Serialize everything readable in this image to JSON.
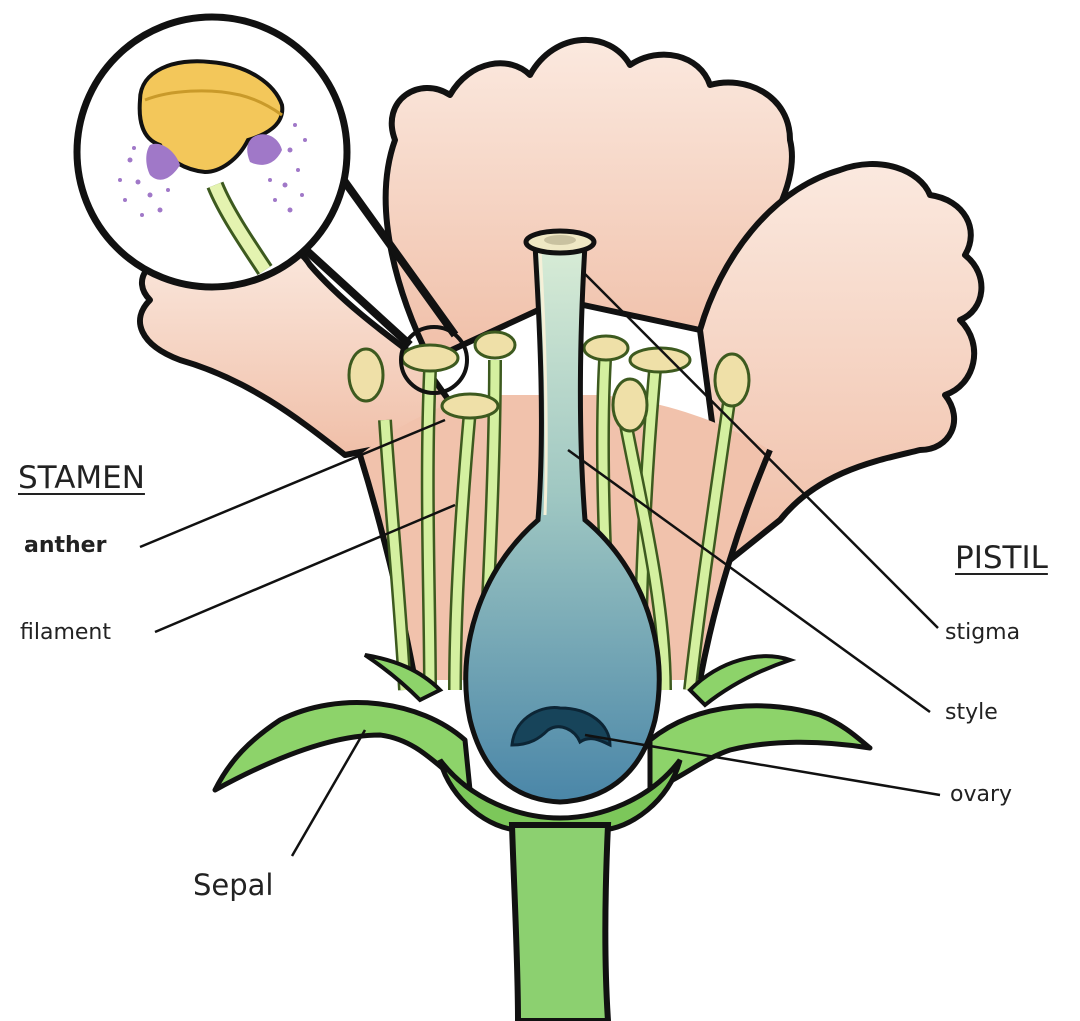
{
  "diagram": {
    "groups": {
      "stamen": "STAMEN",
      "pistil": "PISTIL"
    },
    "labels": {
      "anther": "anther",
      "filament": "filament",
      "stigma": "stigma",
      "style": "style",
      "ovary": "ovary",
      "sepal": "Sepal"
    },
    "colors": {
      "petal": "#f3c9b4",
      "petal_light": "#fbe9df",
      "stamen": "#d4f0a0",
      "anther": "#efe0a8",
      "ovary_top": "#cfe5d2",
      "ovary_bottom": "#4a86a8",
      "sepal": "#7cc75a",
      "stem": "#8cd070",
      "pollen": "#a078c8",
      "anther_detail": "#f3c75a"
    }
  }
}
